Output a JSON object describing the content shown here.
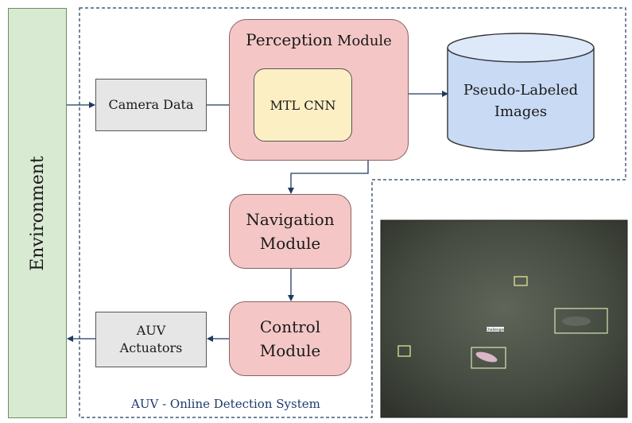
{
  "environment": {
    "label": "Environment"
  },
  "camera_data": {
    "label": "Camera Data"
  },
  "perception_module": {
    "title_main": "Perception",
    "title_rest": " Module"
  },
  "mtl_cnn": {
    "label": "MTL CNN"
  },
  "pseudo_labeled_images": {
    "line1": "Pseudo-Labeled",
    "line2": "Images"
  },
  "navigation_module": {
    "line1": "Navigation",
    "line2": "Module"
  },
  "control_module": {
    "line1": "Control",
    "line2": "Module"
  },
  "auv_actuators": {
    "line1": "AUV",
    "line2": "Actuators"
  },
  "system": {
    "label": "AUV - Online Detection System"
  },
  "detection_image": {
    "tag_label": "Challenger"
  },
  "colors": {
    "environment_fill": "#d9ead3",
    "module_fill": "#f4c7c6",
    "cnn_fill": "#fdefc4",
    "database_fill": "#c9daf5",
    "box_fill": "#e6e6e6",
    "arrow": "#1f3a5f"
  }
}
